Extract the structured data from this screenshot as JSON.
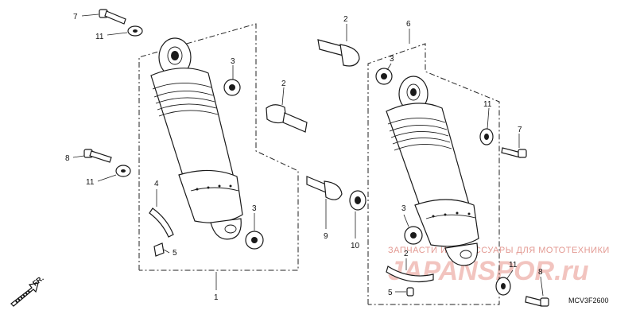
{
  "callouts": {
    "c1": "1",
    "c2a": "2",
    "c2b": "2",
    "c2c": "2",
    "c3a": "3",
    "c3b": "3",
    "c3c": "3",
    "c3d": "3",
    "c4": "4",
    "c5a": "5",
    "c5b": "5",
    "c6": "6",
    "c7a": "7",
    "c7b": "7",
    "c8a": "8",
    "c8b": "8",
    "c9": "9",
    "c10": "10",
    "c11a": "11",
    "c11b": "11",
    "c11c": "11",
    "c11d": "11"
  },
  "direction_label": "FR.",
  "diagram_code": "MCV3F2600",
  "watermark": {
    "line1": "ЗАПЧАСТИ И АКСЕССУАРЫ ДЛЯ МОТОТЕХНИКИ",
    "logo": "JAPANSPOR.ru"
  }
}
